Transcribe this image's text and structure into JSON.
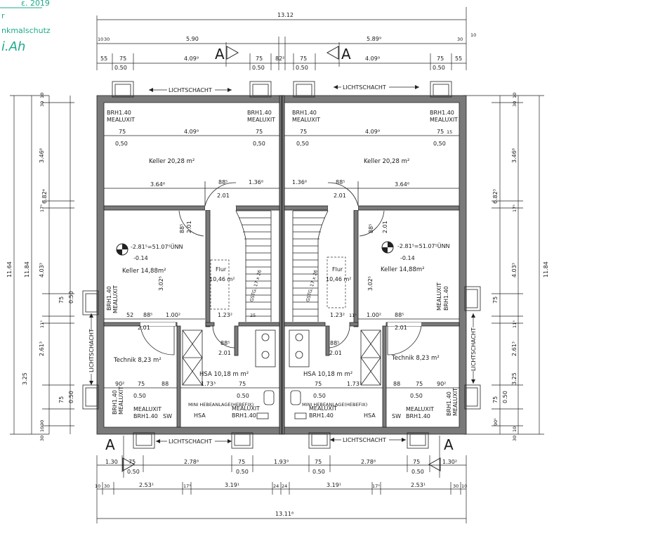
{
  "header": {
    "stamp_lines": [
      "ɛ. 2019",
      "r",
      "nkmalschutz"
    ],
    "signature": "i.Ah"
  },
  "dims_top": {
    "overall": "13.12",
    "left_half": "5.90",
    "right_half": "5.89⁹",
    "row2": [
      "55",
      "75",
      "4.09⁹",
      "75",
      "82²",
      "75",
      "4.09⁹",
      "75",
      "55"
    ],
    "row2_sub": [
      "0.50",
      "0.50",
      "0.50",
      "0.50"
    ],
    "small_left": [
      "10",
      "30"
    ],
    "small_right": [
      "30",
      "10"
    ]
  },
  "dims_bottom": {
    "row1": [
      "1.30",
      "75",
      "2.78⁸",
      "75",
      "1.93⁹",
      "75",
      "2.78⁸",
      "75",
      "1.30²"
    ],
    "row1_sub": [
      "0.50",
      "0.50",
      "0.50",
      "0.50"
    ],
    "row2": [
      "10",
      "30",
      "2.53¹",
      "17⁵",
      "3.19¹",
      "24",
      "24",
      "3.19¹",
      "17⁵",
      "2.53¹",
      "30",
      "10"
    ],
    "overall": "13.11⁸"
  },
  "dims_left": {
    "overall": "11.64",
    "outer": [
      "11.84"
    ],
    "segments": [
      "30",
      "10",
      "3.46⁸",
      "6.82⁴",
      "17⁵",
      "4.03³",
      "75",
      "0.50",
      "11⁵",
      "2.61³",
      "3.25",
      "75",
      "0.50",
      "90",
      "10",
      "30"
    ]
  },
  "dims_right": {
    "overall": "11.84",
    "segments": [
      "30",
      "10",
      "3.46⁸",
      "6.82³",
      "17⁵",
      "4.03³",
      "75",
      "11⁵",
      "2.61³",
      "3.25",
      "75",
      "0.50",
      "90¹",
      "10",
      "30"
    ]
  },
  "labels": {
    "lichtschacht": "LICHTSCHACHT",
    "section_A": "A",
    "brh": "BRH1.40",
    "mealuxit": "MEALUXIT",
    "keller_large": "Keller 20,28 m²",
    "keller_small": "Keller  14,88m²",
    "flur": "Flur",
    "flur_area": "10,46 m²",
    "technik": "Technik  8,23  m²",
    "hsa_room": "HSA  10,18  m  m²",
    "hsa": "HSA",
    "sw": "SW",
    "hebeanlage": "MINI HEBEANLAGE(HEBEFIX)",
    "stairs": "GSTG. 17 x 26",
    "level": "-2.81⁵=51.07⁵ÜNN",
    "level_sub": "-0.14",
    "door": "2.01",
    "door_88": "88⁵",
    "door_88b": "88⁵",
    "w_4099": "4.09⁹",
    "w_364": "3.64⁶",
    "w_136": "1.36⁶",
    "w_302": "3.02⁵",
    "w_123": "1.23²",
    "w_173": "1.73³",
    "w_75": "75",
    "w_050": "0,50",
    "w_50": "0.50",
    "w_52": "52",
    "w_100": "1.00²",
    "w_25": "25",
    "w_11": "11⁵",
    "w_90": "90²",
    "w_88": "88",
    "w_15": "15",
    "w_0_50": "0.50"
  }
}
